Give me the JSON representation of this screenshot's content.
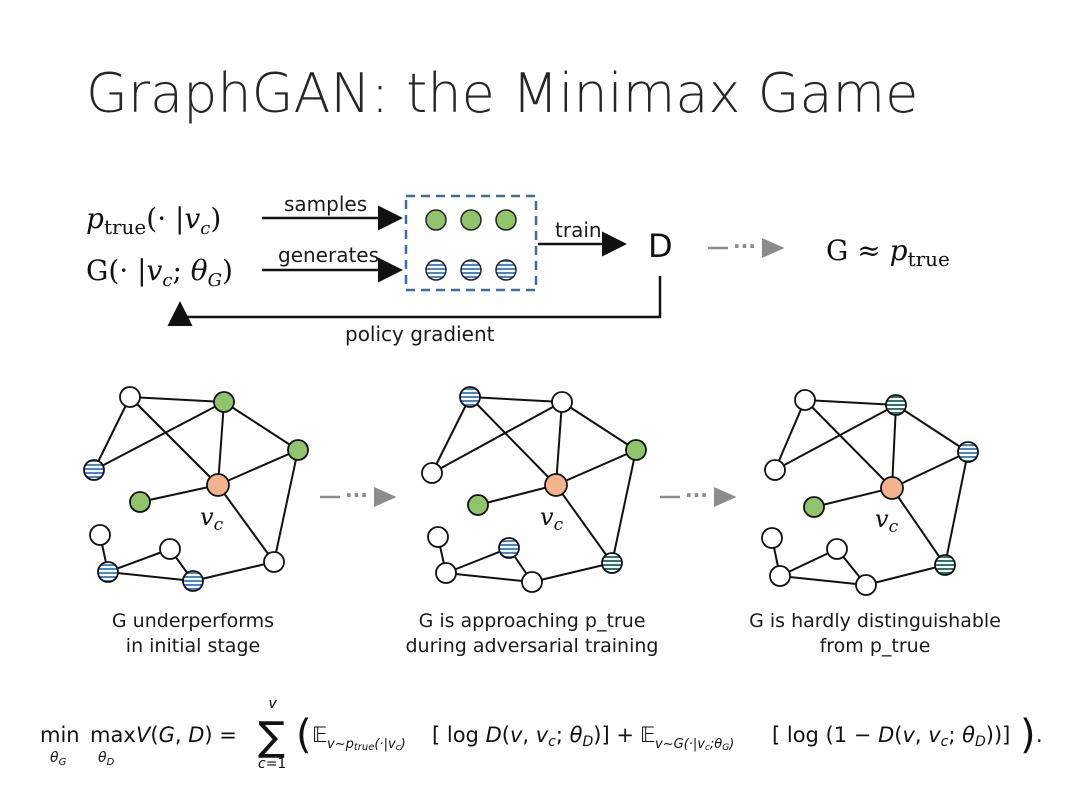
{
  "title": "GraphGAN: the Minimax Game",
  "flow": {
    "p_true_label": "p_true(· |v_c)",
    "g_label": "G(· |v_c; θ_G)",
    "samples_label": "samples",
    "generates_label": "generates",
    "train_label": "train",
    "d_label": "D",
    "result_label": "G ≈ p_true",
    "policy_label": "policy gradient",
    "ellipsis": "···"
  },
  "graphs": [
    {
      "center_label": "v_c",
      "caption_line1": "G underperforms",
      "caption_line2": "in initial stage"
    },
    {
      "center_label": "v_c",
      "caption_line1": "G is approaching p_true",
      "caption_line2": "during adversarial training"
    },
    {
      "center_label": "v_c",
      "caption_line1": "G is hardly distinguishable",
      "caption_line2": "from p_true"
    }
  ],
  "formula": {
    "text": "min_{θ_G} max_{θ_D} V(G, D) = Σ_{c=1}^{V} ( E_{v∼p_true(·|v_c)} [ log D(v, v_c; θ_D) ] + E_{v∼G(·|v_c;θ_G)} [ log (1 − D(v, v_c; θ_D)) ] )."
  },
  "colors": {
    "green": "#8fc46b",
    "blue_striped": "#4a86c5",
    "dark_teal": "#2f7470",
    "orange": "#f4b38a",
    "dashed_box": "#3d6f9e",
    "gray_arrow": "#8c8c8c"
  }
}
